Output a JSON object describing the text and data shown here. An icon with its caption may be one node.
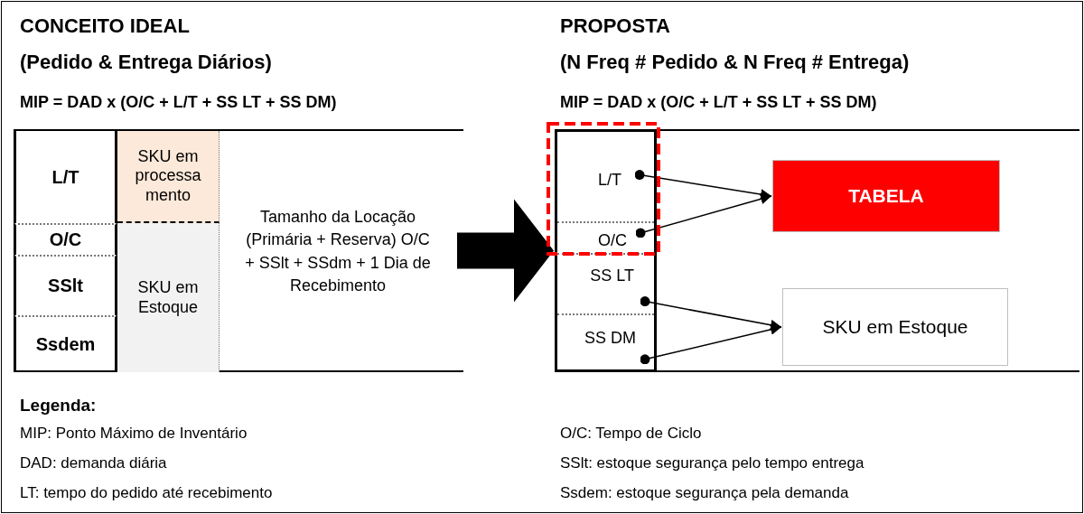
{
  "diagram": {
    "nodes": [
      {
        "text": [],
        "shape": "box"
      },
      {
        "text": [
          "L/T"
        ],
        "in": 0
      },
      {
        "text": [
          "O/C"
        ],
        "in": 0
      },
      {
        "text": [
          "SSlt"
        ],
        "in": 0
      },
      {
        "text": [
          "Ssdem"
        ],
        "in": 0
      },
      {
        "text": [
          "SKU em processa mento"
        ],
        "in": 0
      },
      {
        "text": [
          "SKU em Estoque"
        ],
        "in": 0
      },
      {
        "text": [
          "Tamanho da Locação (Primária + Reserva) O/C + SSlt + SSdm + 1 Dia de Recebimento"
        ],
        "in": 0
      },
      {
        "text": [],
        "shape": "box"
      },
      {
        "text": [
          "L/T"
        ],
        "in": 8
      },
      {
        "text": [
          "O/C"
        ],
        "in": 8
      },
      {
        "text": [
          "SS LT"
        ],
        "in": 8
      },
      {
        "text": [
          "SS DM"
        ],
        "in": 8
      },
      {
        "text": [
          "TABELA"
        ]
      },
      {
        "text": [
          "SKU em Estoque"
        ]
      }
    ],
    "edges": [
      {
        "from": 0,
        "to": 8,
        "arrow": "to",
        "style": "thick"
      },
      {
        "from": 9,
        "to": 13,
        "arrow": "to"
      },
      {
        "from": 10,
        "to": 13,
        "arrow": "to"
      },
      {
        "from": 11,
        "to": 14,
        "arrow": "to"
      },
      {
        "from": 12,
        "to": 14,
        "arrow": "to"
      }
    ],
    "labels": [
      "CONCEITO IDEAL",
      "PROPOSTA",
      "(Pedido & Entrega Diários)",
      "(N Freq # Pedido & N Freq # Entrega)",
      "MIP = DAD x (O/C + L/T + SS LT + SS DM)",
      "MIP = DAD x (O/C + L/T + SS LT + SS DM)",
      "Legenda:",
      "MIP: Ponto Máximo de Inventário",
      "O/C: Tempo de Ciclo",
      "DAD: demanda diária",
      "SSlt: estoque segurança pelo tempo entrega",
      "LT: tempo do pedido até recebimento",
      "Ssdem: estoque segurança pela demanda"
    ]
  }
}
